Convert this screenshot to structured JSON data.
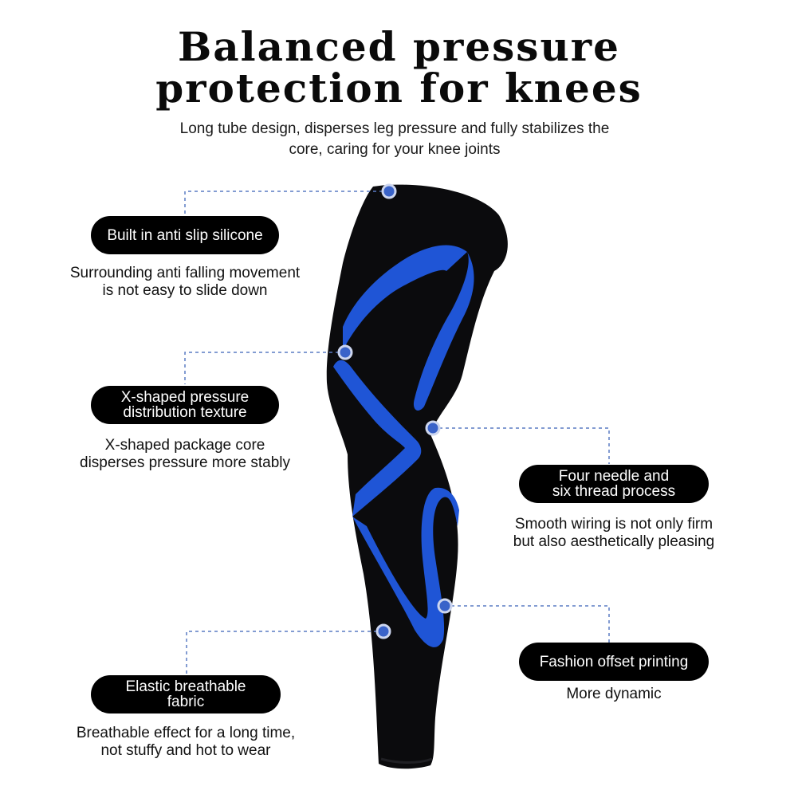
{
  "header": {
    "title_line1": "Balanced pressure",
    "title_line2": "protection for knees",
    "subtitle_line1": "Long tube design, disperses leg pressure and fully stabilizes the",
    "subtitle_line2": "core, caring for your knee joints"
  },
  "features": [
    {
      "label_line1": "Built in anti slip silicone",
      "label_line2": "",
      "desc_line1": "Surrounding anti falling movement",
      "desc_line2": "is not easy to slide down"
    },
    {
      "label_line1": "X-shaped pressure",
      "label_line2": "distribution texture",
      "desc_line1": "X-shaped package core",
      "desc_line2": "disperses pressure more stably"
    },
    {
      "label_line1": "Four needle and",
      "label_line2": "six thread process",
      "desc_line1": "Smooth wiring is not only firm",
      "desc_line2": "but also aesthetically pleasing"
    },
    {
      "label_line1": "Fashion offset printing",
      "label_line2": "",
      "desc_line1": "More dynamic",
      "desc_line2": ""
    },
    {
      "label_line1": "Elastic breathable",
      "label_line2": "fabric",
      "desc_line1": "Breathable effect for a long time,",
      "desc_line2": "not stuffy and hot to wear"
    }
  ],
  "colors": {
    "sleeve": "#0b0b0d",
    "stripe": "#1f55d6",
    "dot": "#3a63c9",
    "leader": "#5a7bc4",
    "pill": "#000000"
  }
}
